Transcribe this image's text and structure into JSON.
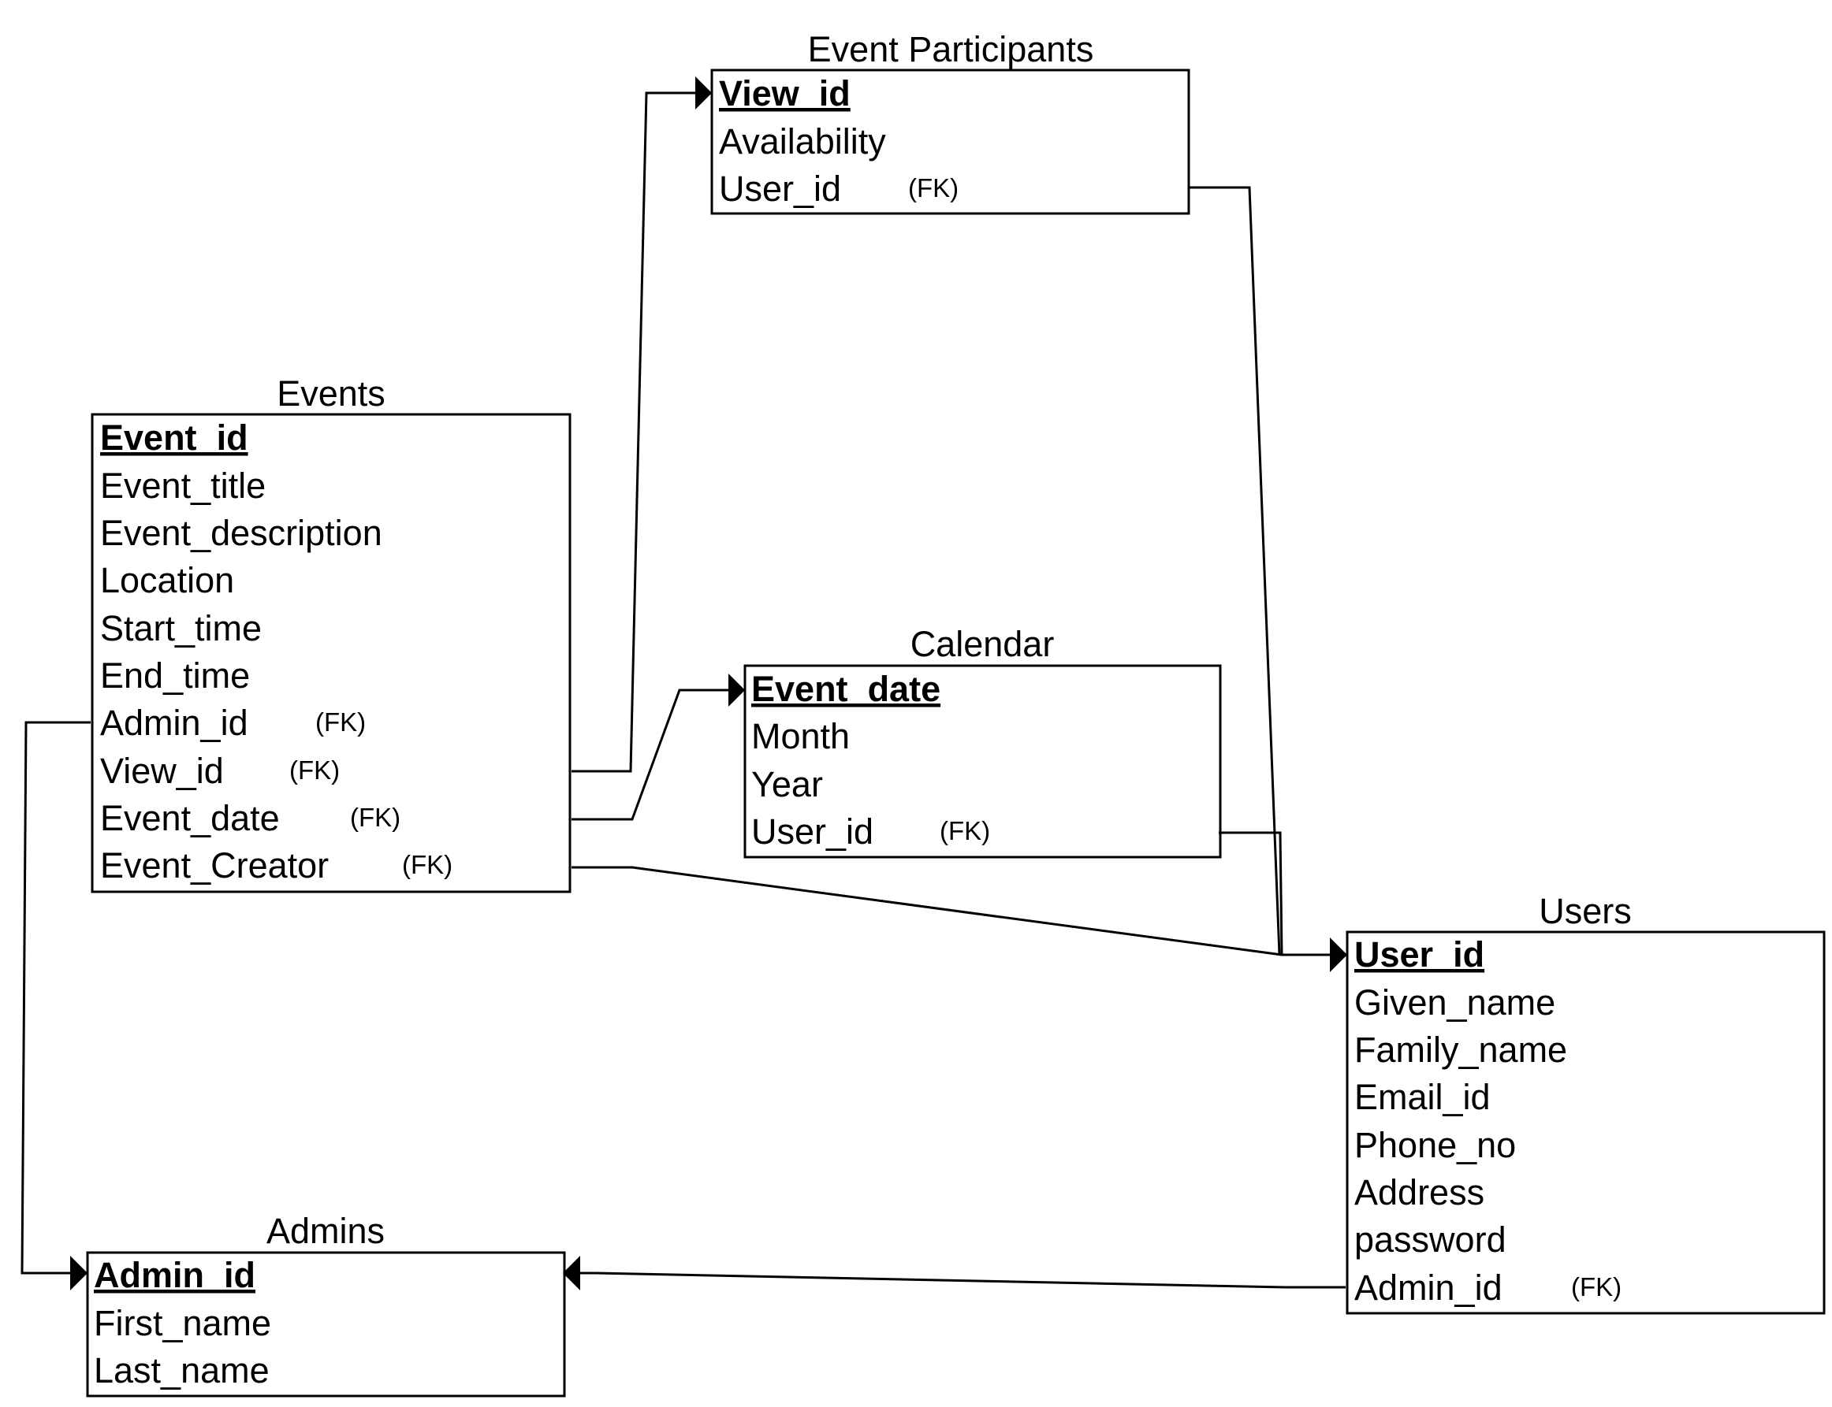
{
  "entities": {
    "event_participants": {
      "title": "Event Participants",
      "pk": "View_id",
      "fields": [
        "Availability",
        "User_id"
      ],
      "fk_label": "(FK)"
    },
    "events": {
      "title": "Events",
      "pk": "Event_id",
      "fields": [
        "Event_title",
        "Event_description",
        "Location",
        "Start_time",
        "End_time",
        "Admin_id",
        "View_id",
        "Event_date",
        "Event_Creator"
      ],
      "fk_label": "(FK)"
    },
    "calendar": {
      "title": "Calendar",
      "pk": "Event_date",
      "fields": [
        "Month",
        "Year",
        "User_id"
      ],
      "fk_label": "(FK)"
    },
    "users": {
      "title": "Users",
      "pk": "User_id",
      "fields": [
        "Given_name",
        "Family_name",
        "Email_id",
        "Phone_no",
        "Address",
        "password",
        "Admin_id"
      ],
      "fk_label": "(FK)"
    },
    "admins": {
      "title": "Admins",
      "pk": "Admin_id",
      "fields": [
        "First_name",
        "Last_name"
      ]
    }
  },
  "relationships": [
    {
      "from": "Events.View_id",
      "to": "Event Participants.View_id"
    },
    {
      "from": "Events.Event_date",
      "to": "Calendar.Event_date"
    },
    {
      "from": "Events.Event_Creator",
      "to": "Users.User_id"
    },
    {
      "from": "Event Participants.User_id",
      "to": "Users.User_id"
    },
    {
      "from": "Calendar.User_id",
      "to": "Users.User_id"
    },
    {
      "from": "Events.Admin_id",
      "to": "Admins.Admin_id"
    },
    {
      "from": "Users.Admin_id",
      "to": "Admins.Admin_id"
    }
  ]
}
